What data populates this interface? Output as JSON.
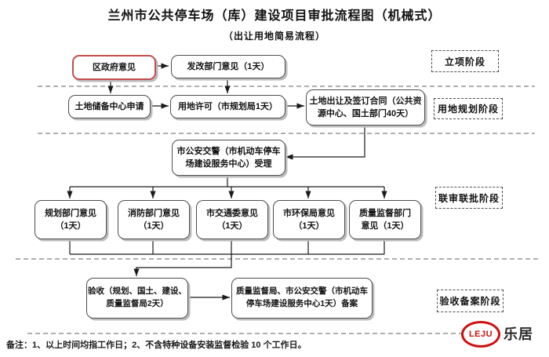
{
  "title": "兰州市公共停车场（库）建设项目审批流程图（机械式）",
  "subtitle": "（出让用地简易流程）",
  "stages": [
    {
      "label": "立项阶段"
    },
    {
      "label": "用地规划阶段"
    },
    {
      "label": "联审联批阶段"
    },
    {
      "label": "验收备案阶段"
    }
  ],
  "nodes": {
    "district_gov": "区政府意见",
    "ndrc": "发改部门意见（1天）",
    "land_reserve": "土地储备中心申请",
    "land_permit": "用地许可（市规划局1天）",
    "land_transfer": "土地出让及签订合同（公共资\n源中心、国土部门40天）",
    "traffic_police_accept": "市公安交警（市机动车停车\n场建设服务中心）受理",
    "planning_opinion": "规划部门意见\n（1天）",
    "fire_opinion": "消防部门意见\n（1天）",
    "transport_opinion": "市交通委意见\n（1天）",
    "epa_opinion": "市环保局意见\n（1天）",
    "quality_opinion": "质量监督部门\n意见（1天）",
    "acceptance": "验收（规划、国土、建设、\n质量监督局2天）",
    "filing": "质量监督局、市公安交警（市机动车\n停车场建设服务中心1天）备案"
  },
  "footer": {
    "note": "备注：1、以上时间均指工作日；2、不含特种设备安装监督检验 10 个工作日。",
    "logo_text": "LEJU",
    "brand_text": "乐居"
  },
  "colors": {
    "highlight_border": "#c0504d",
    "box_border": "#4d4d4d",
    "logo_red": "#cc1111"
  }
}
